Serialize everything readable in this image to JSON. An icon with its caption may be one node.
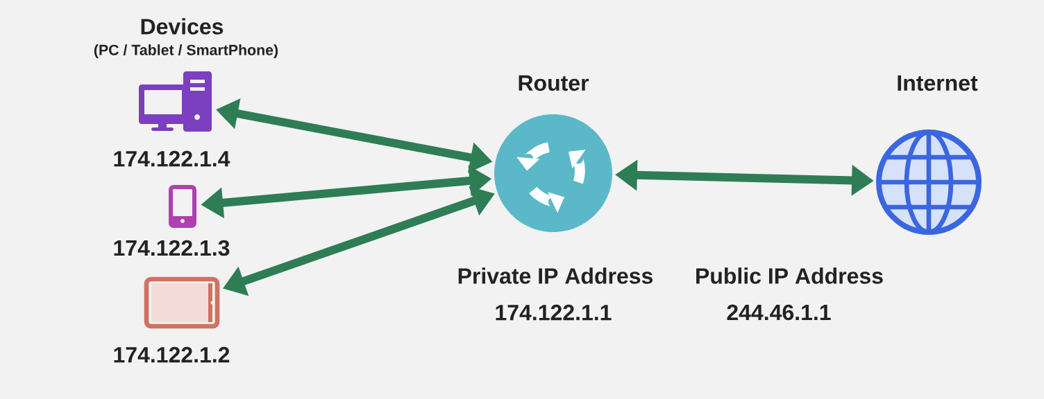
{
  "diagram": {
    "nodes": [
      {
        "text": [],
        "shape": "computer",
        "beside": [
          "174.122.1.4"
        ]
      },
      {
        "text": [],
        "shape": "phone",
        "beside": [
          "174.122.1.3"
        ]
      },
      {
        "text": [],
        "shape": "tablet",
        "beside": [
          "174.122.1.2"
        ]
      },
      {
        "text": [
          "Router"
        ],
        "beside": [
          "Private IP Address",
          "174.122.1.1"
        ]
      },
      {
        "text": [
          "Internet"
        ],
        "beside": [
          "Public IP Address",
          "244.46.1.1"
        ]
      }
    ],
    "edges": [
      {
        "from": 0,
        "to": 3,
        "arrow": "both"
      },
      {
        "from": 1,
        "to": 3,
        "arrow": "both"
      },
      {
        "from": 2,
        "to": 3,
        "arrow": "both"
      },
      {
        "from": 3,
        "to": 4,
        "arrow": "both"
      }
    ],
    "labels": [
      "Devices",
      "(PC / Tablet / SmartPhone)"
    ]
  }
}
